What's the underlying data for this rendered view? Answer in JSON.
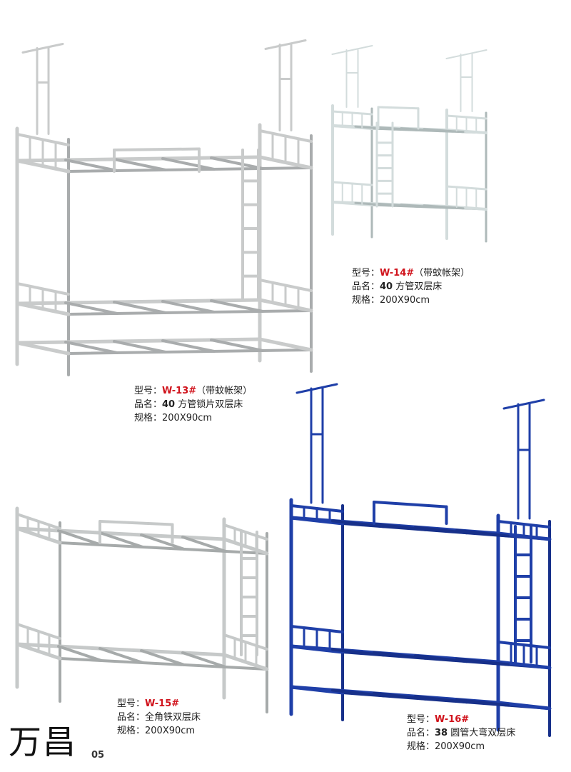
{
  "labels": {
    "model": "型号：",
    "name": "品名：",
    "spec": "规格："
  },
  "products": [
    {
      "model": "W-13#",
      "note": "（带蚊帐架）",
      "name_num": "40",
      "name": "方管锁片双层床",
      "spec": "200X90cm",
      "color": "#c9cbcb"
    },
    {
      "model": "W-14#",
      "note": "（带蚊帐架）",
      "name_num": "40",
      "name": "方管双层床",
      "spec": "200X90cm",
      "color": "#d3dcdc"
    },
    {
      "model": "W-15#",
      "note": "",
      "name_num": "",
      "name": "全角铁双层床",
      "spec": "200X90cm",
      "color": "#c6c9c9"
    },
    {
      "model": "W-16#",
      "note": "",
      "name_num": "38",
      "name": "圆管大弯双层床",
      "spec": "200X90cm",
      "color": "#1f3fa8"
    }
  ],
  "brand": "万昌",
  "page_number": "05"
}
